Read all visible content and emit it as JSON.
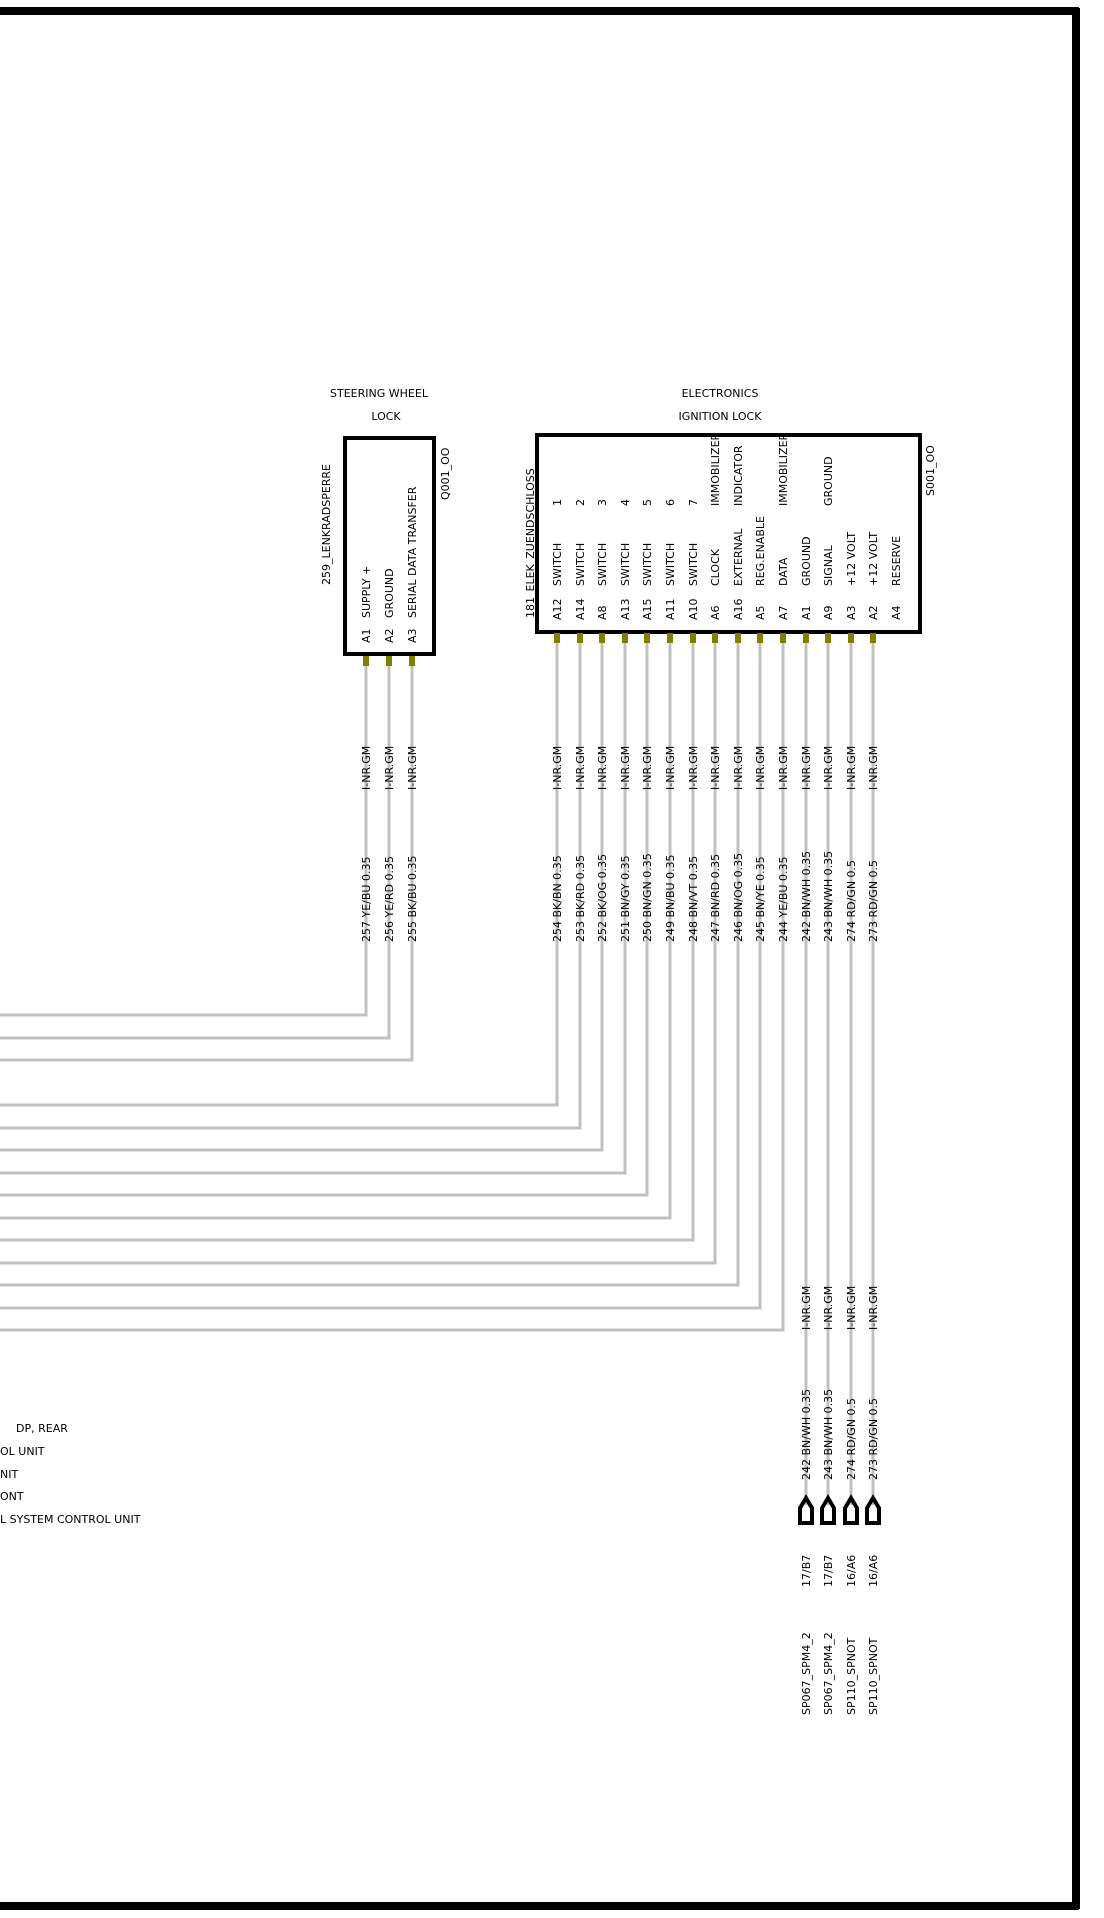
{
  "steering_lock": {
    "title_line1": "STEERING WHEEL",
    "title_line2": "LOCK",
    "designation": "Q001_OO",
    "connector": "259_LENKRADSPERRE",
    "pins": [
      {
        "pin": "A1",
        "function": "SUPPLY +",
        "harness": "I-NR.GM",
        "wire": "257 YE/BU 0.35"
      },
      {
        "pin": "A2",
        "function": "GROUND",
        "harness": "I-NR.GM",
        "wire": "256 YE/RD 0.35"
      },
      {
        "pin": "A3",
        "function": "SERIAL DATA TRANSFER",
        "harness": "I-NR.GM",
        "wire": "255 BK/BU 0.35"
      }
    ]
  },
  "ignition_lock": {
    "title_line1": "ELECTRONICS",
    "title_line2": "IGNITION LOCK",
    "designation": "S001_OO",
    "connector": "181_ELEK_ZUENDSCHLOSS",
    "pins": [
      {
        "pin": "A12",
        "function": "SWITCH",
        "num": "1",
        "harness": "I-NR.GM",
        "wire": "254 BK/BN 0.35"
      },
      {
        "pin": "A14",
        "function": "SWITCH",
        "num": "2",
        "harness": "I-NR.GM",
        "wire": "253 BK/RD 0.35"
      },
      {
        "pin": "A8",
        "function": "SWITCH",
        "num": "3",
        "harness": "I-NR.GM",
        "wire": "252 BK/OG 0.35"
      },
      {
        "pin": "A13",
        "function": "SWITCH",
        "num": "4",
        "harness": "I-NR.GM",
        "wire": "251 BN/GY 0.35"
      },
      {
        "pin": "A15",
        "function": "SWITCH",
        "num": "5",
        "harness": "I-NR.GM",
        "wire": "250 BN/GN 0.35"
      },
      {
        "pin": "A11",
        "function": "SWITCH",
        "num": "6",
        "harness": "I-NR.GM",
        "wire": "249 BN/BU 0.35"
      },
      {
        "pin": "A10",
        "function": "SWITCH",
        "num": "7",
        "harness": "I-NR.GM",
        "wire": "248 BN/VT 0.35"
      },
      {
        "pin": "A6",
        "function": "CLOCK",
        "num": "IMMOBILIZER",
        "harness": "I-NR.GM",
        "wire": "247 BN/RD 0.35"
      },
      {
        "pin": "A16",
        "function": "EXTERNAL",
        "num": "INDICATOR",
        "harness": "I-NR.GM",
        "wire": "246 BN/OG 0.35"
      },
      {
        "pin": "A5",
        "function": "REG.ENABLE",
        "num": "",
        "harness": "I-NR.GM",
        "wire": "245 BN/YE 0.35"
      },
      {
        "pin": "A7",
        "function": "DATA",
        "num": "IMMOBILIZER",
        "harness": "I-NR.GM",
        "wire": "244 YE/BU 0.35"
      },
      {
        "pin": "A1",
        "function": "GROUND",
        "num": "",
        "harness": "I-NR.GM",
        "wire": "242 BN/WH 0.35"
      },
      {
        "pin": "A9",
        "function": "SIGNAL",
        "num": "GROUND",
        "harness": "I-NR.GM",
        "wire": "243 BN/WH 0.35"
      },
      {
        "pin": "A3",
        "function": "+12 VOLT",
        "num": "",
        "harness": "I-NR.GM",
        "wire": "274 RD/GN 0.5"
      },
      {
        "pin": "A2",
        "function": "+12 VOLT",
        "num": "",
        "harness": "I-NR.GM",
        "wire": "273 RD/GN 0.5"
      },
      {
        "pin": "A4",
        "function": "RESERVE",
        "num": "",
        "harness": "",
        "wire": ""
      }
    ]
  },
  "splices": [
    {
      "harness": "I-NR.GM",
      "wire": "242 BN/WH 0.35",
      "ref": "17/B7",
      "name": "SP067_SPM4_2"
    },
    {
      "harness": "I-NR.GM",
      "wire": "243 BN/WH 0.35",
      "ref": "17/B7",
      "name": "SP067_SPM4_2"
    },
    {
      "harness": "I-NR.GM",
      "wire": "274 RD/GN 0.5",
      "ref": "16/A6",
      "name": "SP110_SPNOT"
    },
    {
      "harness": "I-NR.GM",
      "wire": "273 RD/GN 0.5",
      "ref": "16/A6",
      "name": "SP110_SPNOT"
    }
  ],
  "left_legend": [
    "DP, REAR",
    "OL UNIT",
    "NIT",
    "ONT",
    "L SYSTEM  CONTROL UNIT"
  ],
  "colors": {
    "wire": "#c0c0c0",
    "pin": "#808000",
    "frame": "#000000"
  }
}
